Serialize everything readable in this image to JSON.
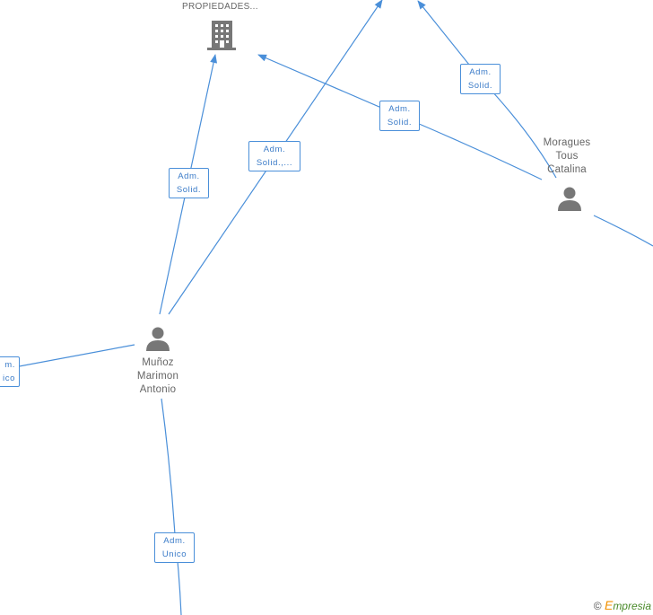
{
  "company": {
    "label": "PROPIEDADES...",
    "icon": "building-icon"
  },
  "persons": {
    "munoz": {
      "line1": "Muñoz",
      "line2": "Marimon",
      "line3": "Antonio",
      "icon": "person-icon"
    },
    "moragues": {
      "line1": "Moragues",
      "line2": "Tous",
      "line3": "Catalina",
      "icon": "person-icon"
    }
  },
  "edges": {
    "munoz_to_propiedades": {
      "line1": "Adm.",
      "line2": "Solid."
    },
    "munoz_to_top": {
      "line1": "Adm.",
      "line2": "Solid.,..."
    },
    "moragues_to_propiedades": {
      "line1": "Adm.",
      "line2": "Solid."
    },
    "moragues_to_top": {
      "line1": "Adm.",
      "line2": "Solid."
    },
    "munoz_left": {
      "line1": "m.",
      "line2": "ico"
    },
    "munoz_bottom": {
      "line1": "Adm.",
      "line2": "Unico"
    }
  },
  "watermark": {
    "copyright": "©",
    "e_letter": "E",
    "brand": "mpresia"
  },
  "colors": {
    "edge": "#4a8fd9",
    "icon": "#777777",
    "text": "#666666"
  }
}
